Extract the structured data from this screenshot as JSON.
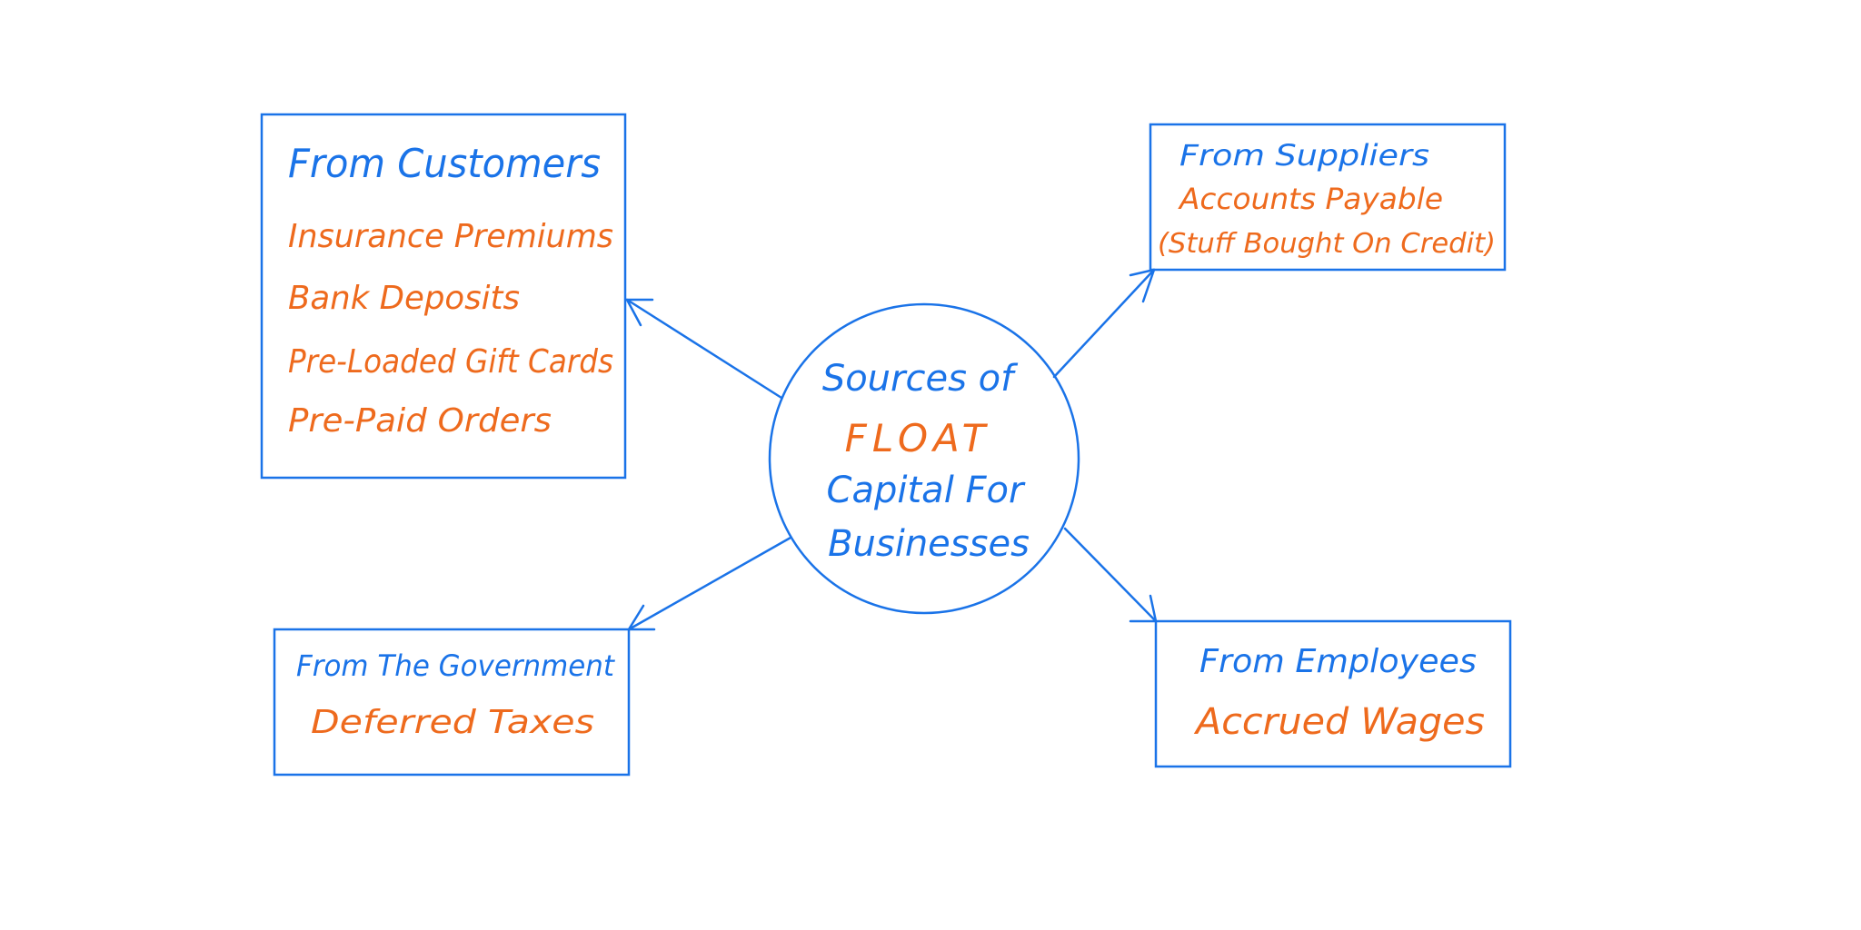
{
  "colors": {
    "outline": "#1a73e8",
    "heading_text": "#1a73e8",
    "item_text": "#ee6a1d",
    "background": "#ffffff"
  },
  "center": {
    "line1": "Sources of",
    "line2": "FLOAT",
    "line3": "Capital For",
    "line4": "Businesses"
  },
  "customers": {
    "heading": "From Customers",
    "items": [
      "Insurance Premiums",
      "Bank Deposits",
      "Pre-Loaded Gift Cards",
      "Pre-Paid Orders"
    ]
  },
  "suppliers": {
    "heading": "From Suppliers",
    "items": [
      "Accounts Payable",
      "(Stuff Bought On Credit)"
    ]
  },
  "government": {
    "heading": "From The Government",
    "items": [
      "Deferred Taxes"
    ]
  },
  "employees": {
    "heading": "From Employees",
    "items": [
      "Accrued Wages"
    ]
  }
}
